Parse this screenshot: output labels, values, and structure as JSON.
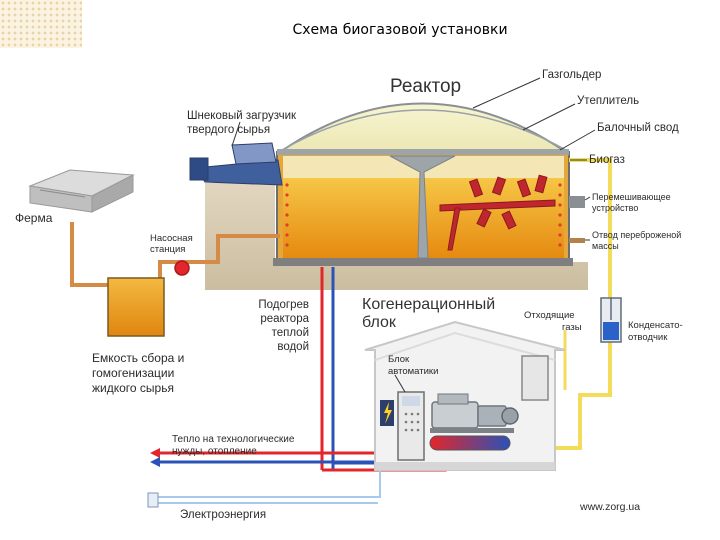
{
  "title": "Схема биогазовой установки",
  "labels": {
    "reactor": "Реактор",
    "gasholder": "Газгольдер",
    "insulation": "Утеплитель",
    "beam_vault": "Балочный свод",
    "biogas": "Биогаз",
    "mixer_1": "Перемешивающее",
    "mixer_2": "устройство",
    "outlet_1": "Отвод переброженой",
    "outlet_2": "массы",
    "screw_loader_1": "Шнековый загрузчик",
    "screw_loader_2": "твердого сырья",
    "farm": "Ферма",
    "pump_1": "Насосная",
    "pump_2": "станция",
    "tank_1": "Емкость сбора и",
    "tank_2": "гомогенизации",
    "tank_3": "жидкого сырья",
    "heating_1": "Подогрев",
    "heating_2": "реактора",
    "heating_3": "теплой",
    "heating_4": "водой",
    "cogen_1": "Когенерационный",
    "cogen_2": "блок",
    "exhaust_1": "Отходящие",
    "exhaust_2": "газы",
    "condensate_1": "Конденсато-",
    "condensate_2": "отводчик",
    "automation_1": "Блок",
    "automation_2": "автоматики",
    "heat_1": "Тепло на технологические",
    "heat_2": "нужды, отопление",
    "electricity": "Электроэнергия",
    "website": "www.zorg.ua"
  },
  "colors": {
    "substrate": "#f0a21c",
    "dome": "#f3f1c4",
    "hot_pipe": "#e3262b",
    "cold_pipe": "#2a52b8",
    "gas_pipe": "#f2dc5a",
    "feed_pipe": "#d58b46",
    "ground": "#d6c9b2"
  }
}
